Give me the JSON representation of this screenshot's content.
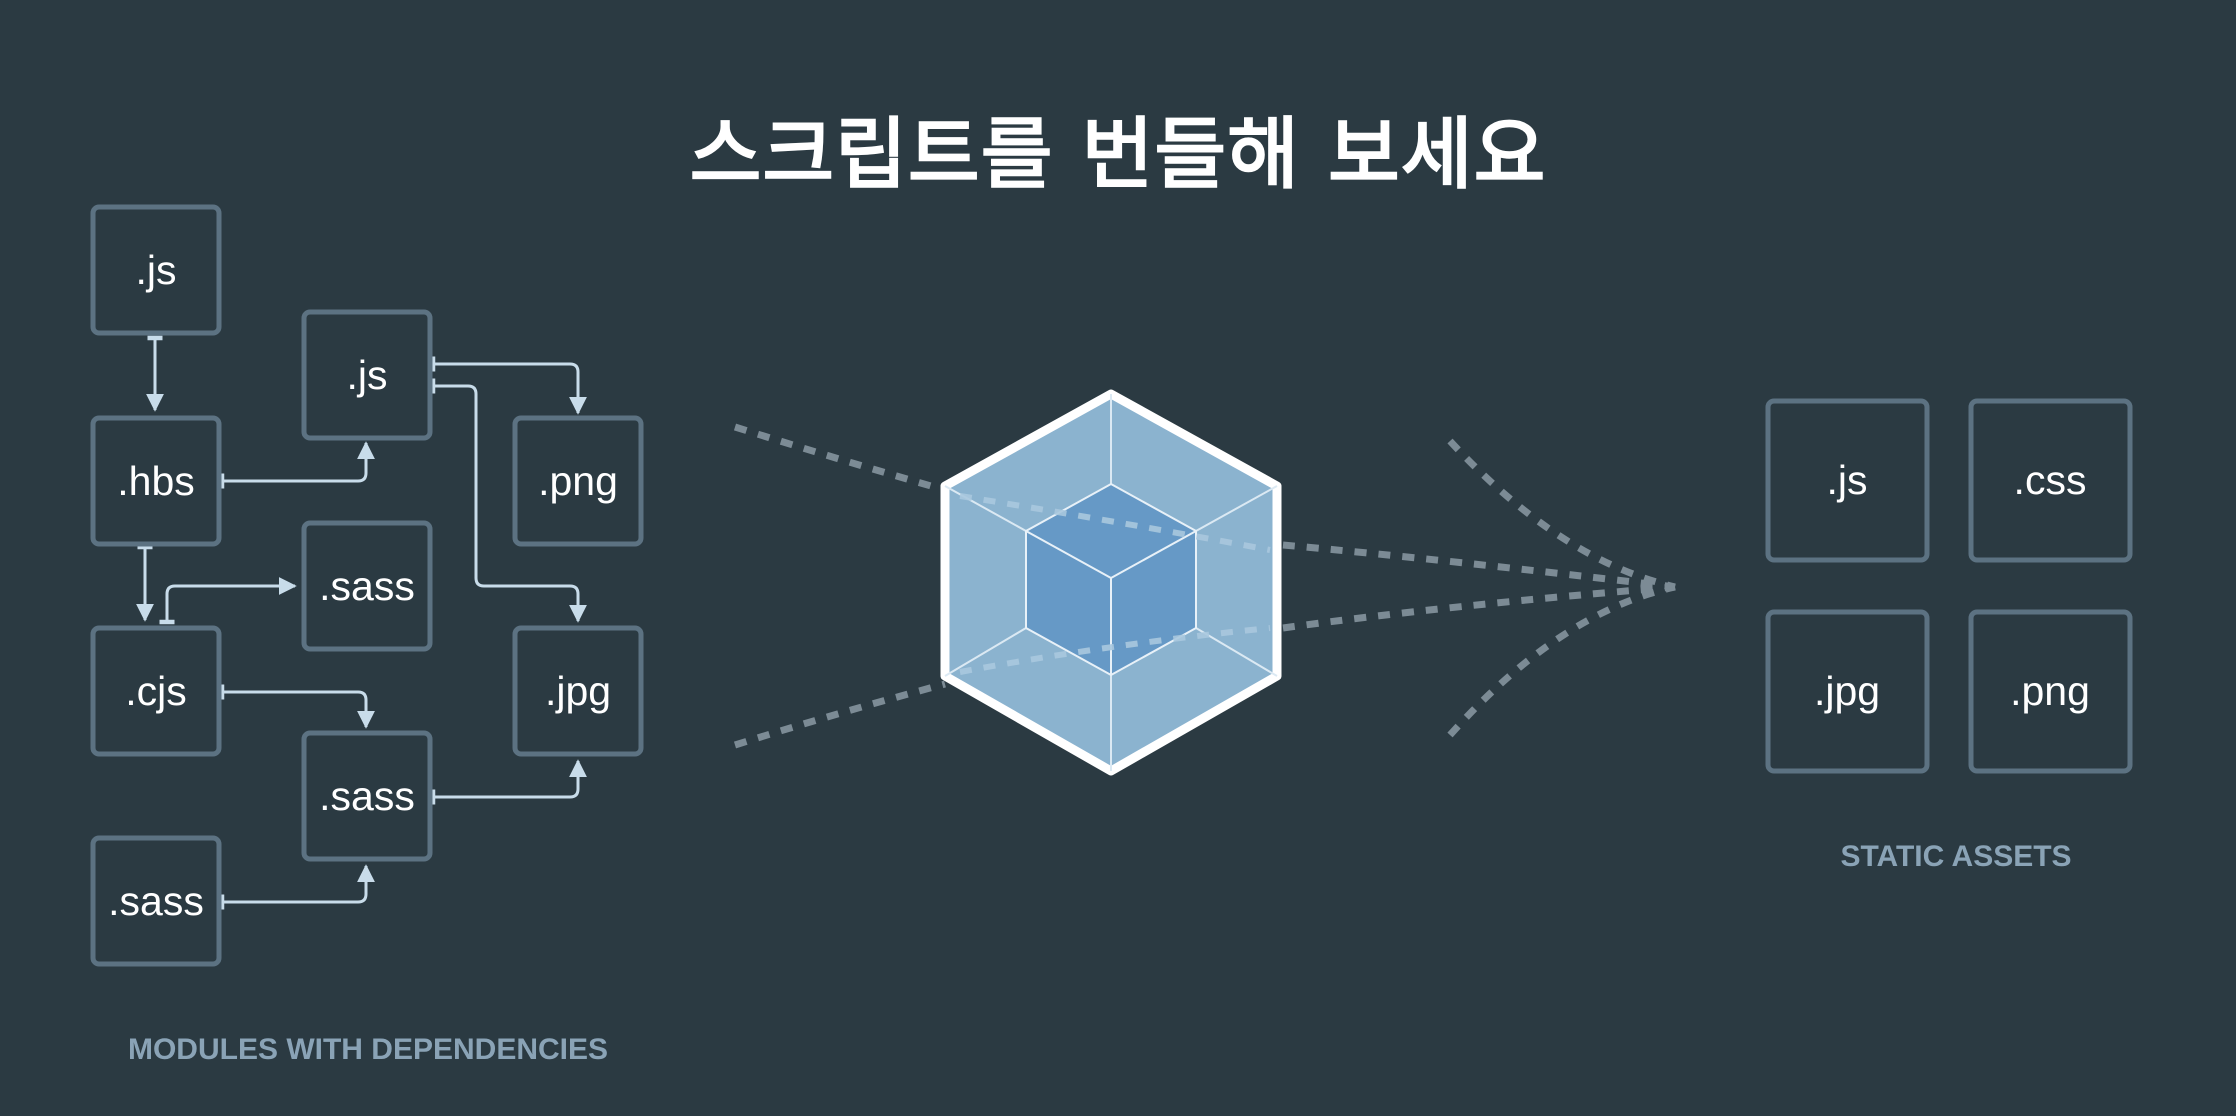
{
  "title": "스크립트를 번들해 보세요",
  "colors": {
    "background": "#2b3a42",
    "box_border": "#5c7282",
    "arrow": "#c8dcea",
    "dash": "#7c8b95",
    "cube_outer": "#8bb3cf",
    "cube_inner": "#6699c6",
    "caption": "#8aa3b6"
  },
  "modules": {
    "caption": "MODULES WITH DEPENDENCIES",
    "boxes": [
      {
        "id": "js1",
        "label": ".js"
      },
      {
        "id": "hbs",
        "label": ".hbs"
      },
      {
        "id": "cjs",
        "label": ".cjs"
      },
      {
        "id": "sass3",
        "label": ".sass"
      },
      {
        "id": "js2",
        "label": ".js"
      },
      {
        "id": "sass1",
        "label": ".sass"
      },
      {
        "id": "sass2",
        "label": ".sass"
      },
      {
        "id": "png",
        "label": ".png"
      },
      {
        "id": "jpg",
        "label": ".jpg"
      }
    ],
    "dependencies": [
      [
        "js1",
        "hbs"
      ],
      [
        "hbs",
        "js2"
      ],
      [
        "hbs",
        "cjs"
      ],
      [
        "cjs",
        "sass1"
      ],
      [
        "cjs",
        "sass2"
      ],
      [
        "sass3",
        "sass2"
      ],
      [
        "js2",
        "png"
      ],
      [
        "js2",
        "jpg"
      ],
      [
        "sass2",
        "jpg"
      ]
    ]
  },
  "bundler": {
    "icon": "webpack-cube-icon"
  },
  "assets": {
    "caption": "STATIC ASSETS",
    "boxes": [
      {
        "id": "out_js",
        "label": ".js"
      },
      {
        "id": "out_css",
        "label": ".css"
      },
      {
        "id": "out_jpg",
        "label": ".jpg"
      },
      {
        "id": "out_png",
        "label": ".png"
      }
    ]
  }
}
